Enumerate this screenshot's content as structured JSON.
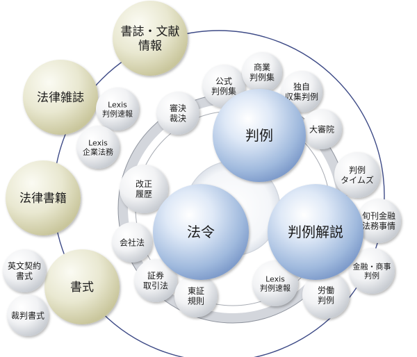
{
  "diagram": {
    "categories": [
      {
        "id": "bibliography",
        "label": [
          "書誌・文献",
          "情報"
        ]
      },
      {
        "id": "law-journals",
        "label": [
          "法律雑誌"
        ]
      },
      {
        "id": "law-books",
        "label": [
          "法律書籍"
        ]
      },
      {
        "id": "forms",
        "label": [
          "書式"
        ]
      }
    ],
    "main_topics": [
      {
        "id": "cases",
        "label": [
          "判例"
        ]
      },
      {
        "id": "statutes",
        "label": [
          "法令"
        ]
      },
      {
        "id": "case-commentary",
        "label": [
          "判例解説"
        ]
      }
    ],
    "sources": [
      {
        "id": "official-reports",
        "label": [
          "公式",
          "判例集"
        ]
      },
      {
        "id": "commercial-reports",
        "label": [
          "商業",
          "判例集"
        ]
      },
      {
        "id": "independent-collection",
        "label": [
          "独自",
          "収集判例"
        ]
      },
      {
        "id": "grand-court",
        "label": [
          "大審院"
        ]
      },
      {
        "id": "adjudications",
        "label": [
          "審決",
          "裁決"
        ]
      },
      {
        "id": "lexis-case-bulletin-journal",
        "label": [
          "Lexis",
          "判例速報"
        ]
      },
      {
        "id": "lexis-corporate-law",
        "label": [
          "Lexis",
          "企業法務"
        ]
      },
      {
        "id": "english-contract-forms",
        "label": [
          "英文契約",
          "書式"
        ]
      },
      {
        "id": "court-forms",
        "label": [
          "裁判書式"
        ]
      },
      {
        "id": "revision-history",
        "label": [
          "改正",
          "履歴"
        ]
      },
      {
        "id": "companies-act",
        "label": [
          "会社法"
        ]
      },
      {
        "id": "securities-exchange-act",
        "label": [
          "証券",
          "取引法"
        ]
      },
      {
        "id": "tse-rules",
        "label": [
          "東証",
          "規則"
        ]
      },
      {
        "id": "lexis-case-bulletin",
        "label": [
          "Lexis",
          "判例速報"
        ]
      },
      {
        "id": "labor-cases",
        "label": [
          "労働",
          "判例"
        ]
      },
      {
        "id": "finance-commercial-cases",
        "label": [
          "金融・商事",
          "判例"
        ]
      },
      {
        "id": "financial-legal-affairs",
        "label": [
          "旬刊金融",
          "法務事情"
        ]
      },
      {
        "id": "hanrei-times",
        "label": [
          "判例",
          "タイムズ"
        ]
      }
    ]
  }
}
